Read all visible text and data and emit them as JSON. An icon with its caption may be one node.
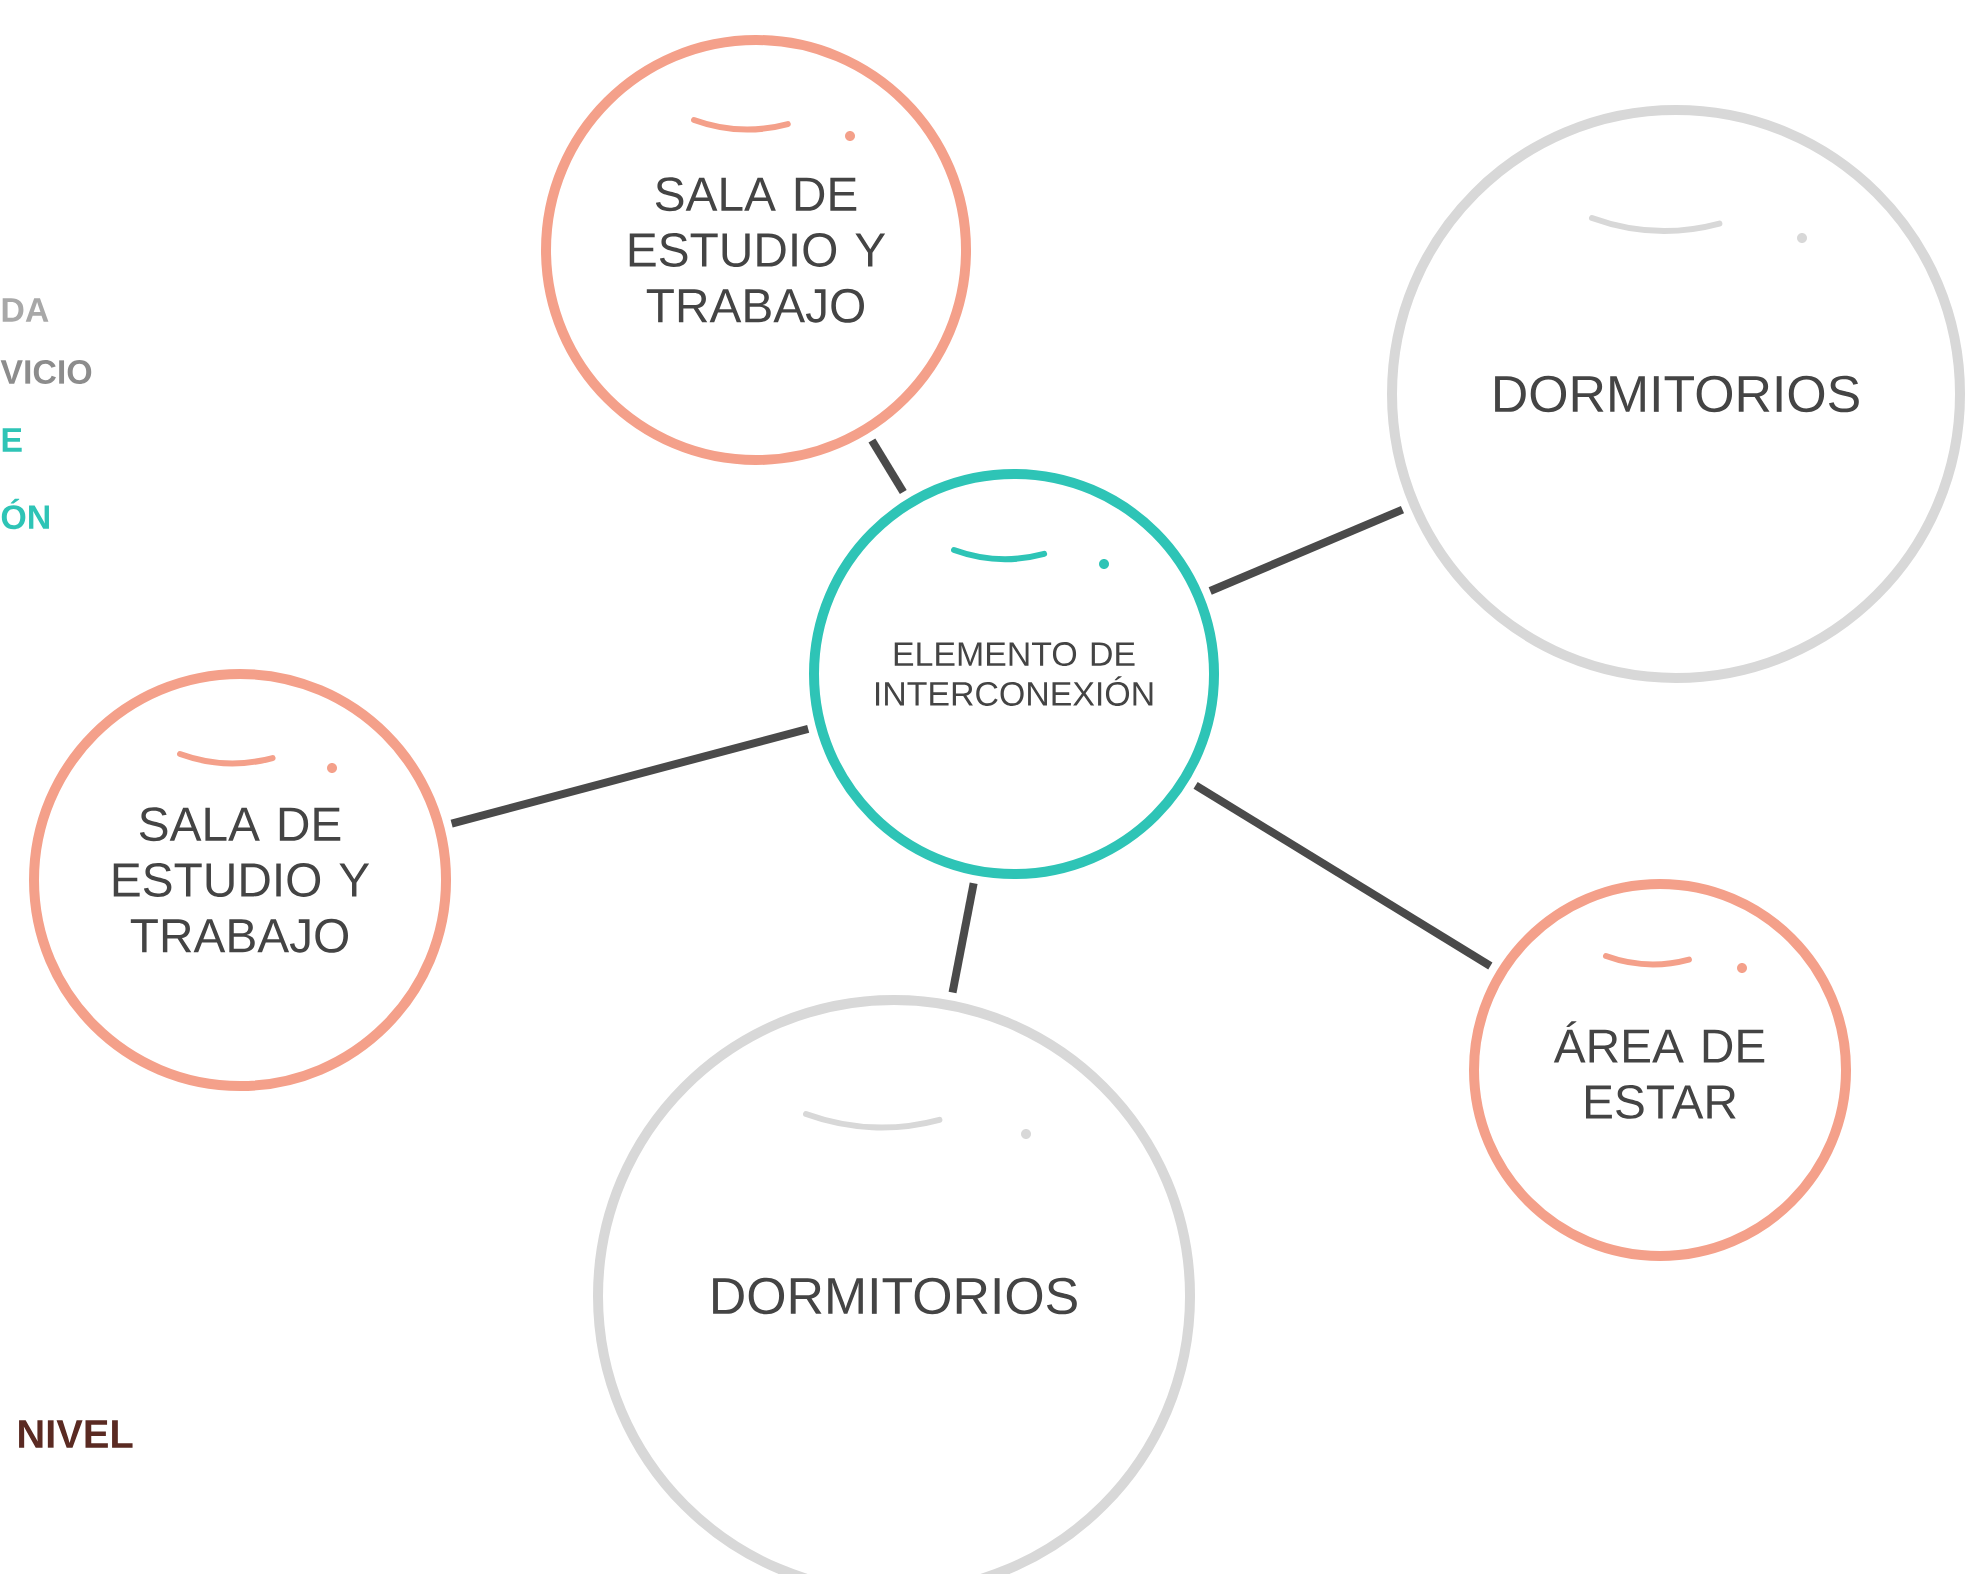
{
  "diagram": {
    "nodes": [
      {
        "text": [
          "ELEMENTO DE INTERCONEXIÓN"
        ]
      },
      {
        "text": [
          "SALA DE ESTUDIO Y TRABAJO"
        ]
      },
      {
        "text": [
          "DORMITORIOS"
        ]
      },
      {
        "text": [
          "SALA DE ESTUDIO Y TRABAJO"
        ]
      },
      {
        "text": [
          "ÁREA DE ESTAR"
        ]
      },
      {
        "text": [
          "DORMITORIOS"
        ]
      }
    ],
    "edges": [
      {
        "from": 0,
        "to": 1,
        "arrow": "none"
      },
      {
        "from": 0,
        "to": 2,
        "arrow": "none"
      },
      {
        "from": 0,
        "to": 3,
        "arrow": "none"
      },
      {
        "from": 0,
        "to": 4,
        "arrow": "none"
      },
      {
        "from": 0,
        "to": 5,
        "arrow": "none"
      }
    ],
    "labels": [
      "DA",
      "VICIO",
      "E",
      "ÓN",
      "NIVEL"
    ]
  }
}
